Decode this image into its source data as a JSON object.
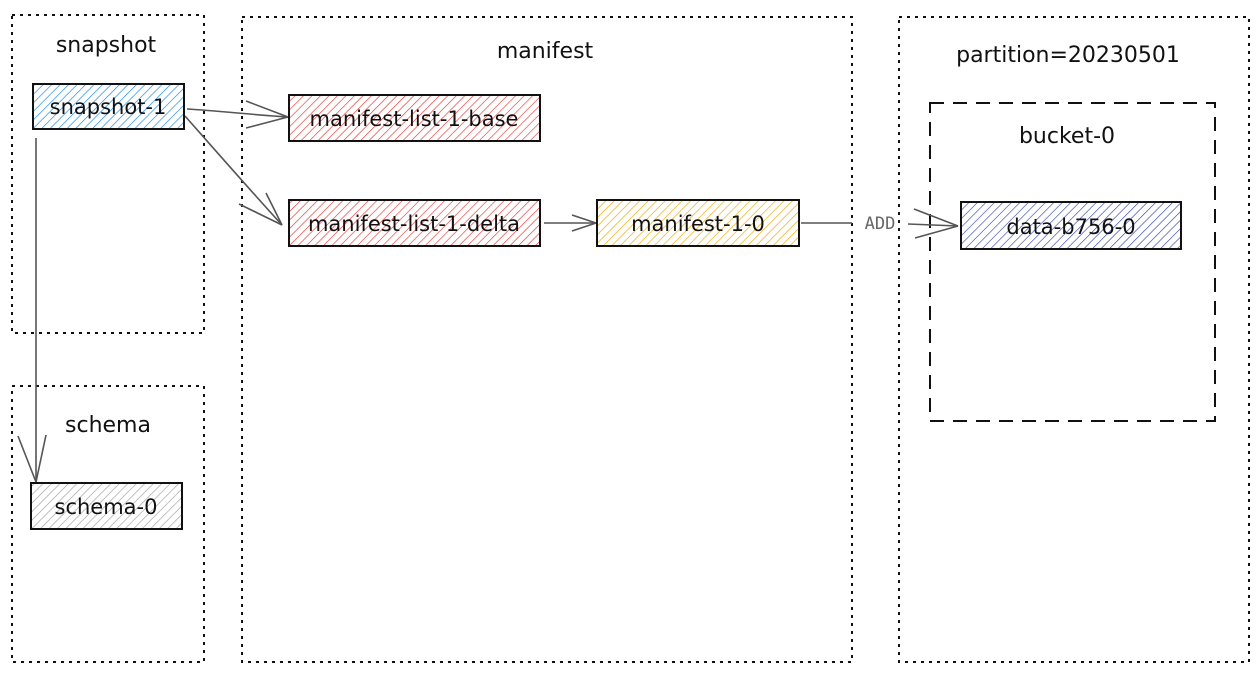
{
  "groups": {
    "snapshot": {
      "title": "snapshot"
    },
    "schema": {
      "title": "schema"
    },
    "manifest": {
      "title": "manifest"
    },
    "partition": {
      "title": "partition=20230501"
    },
    "bucket": {
      "title": "bucket-0"
    }
  },
  "nodes": {
    "snapshot1": {
      "label": "snapshot-1",
      "color": "#1e88e5"
    },
    "schema0": {
      "label": "schema-0",
      "color": "#9e9e9e"
    },
    "manifestListBase": {
      "label": "manifest-list-1-base",
      "color": "#e53935"
    },
    "manifestListDelta": {
      "label": "manifest-list-1-delta",
      "color": "#e53935"
    },
    "manifest10": {
      "label": "manifest-1-0",
      "color": "#f0a500"
    },
    "data": {
      "label": "data-b756-0",
      "color": "#3949ab"
    }
  },
  "edges": {
    "add": {
      "label": "ADD"
    }
  }
}
